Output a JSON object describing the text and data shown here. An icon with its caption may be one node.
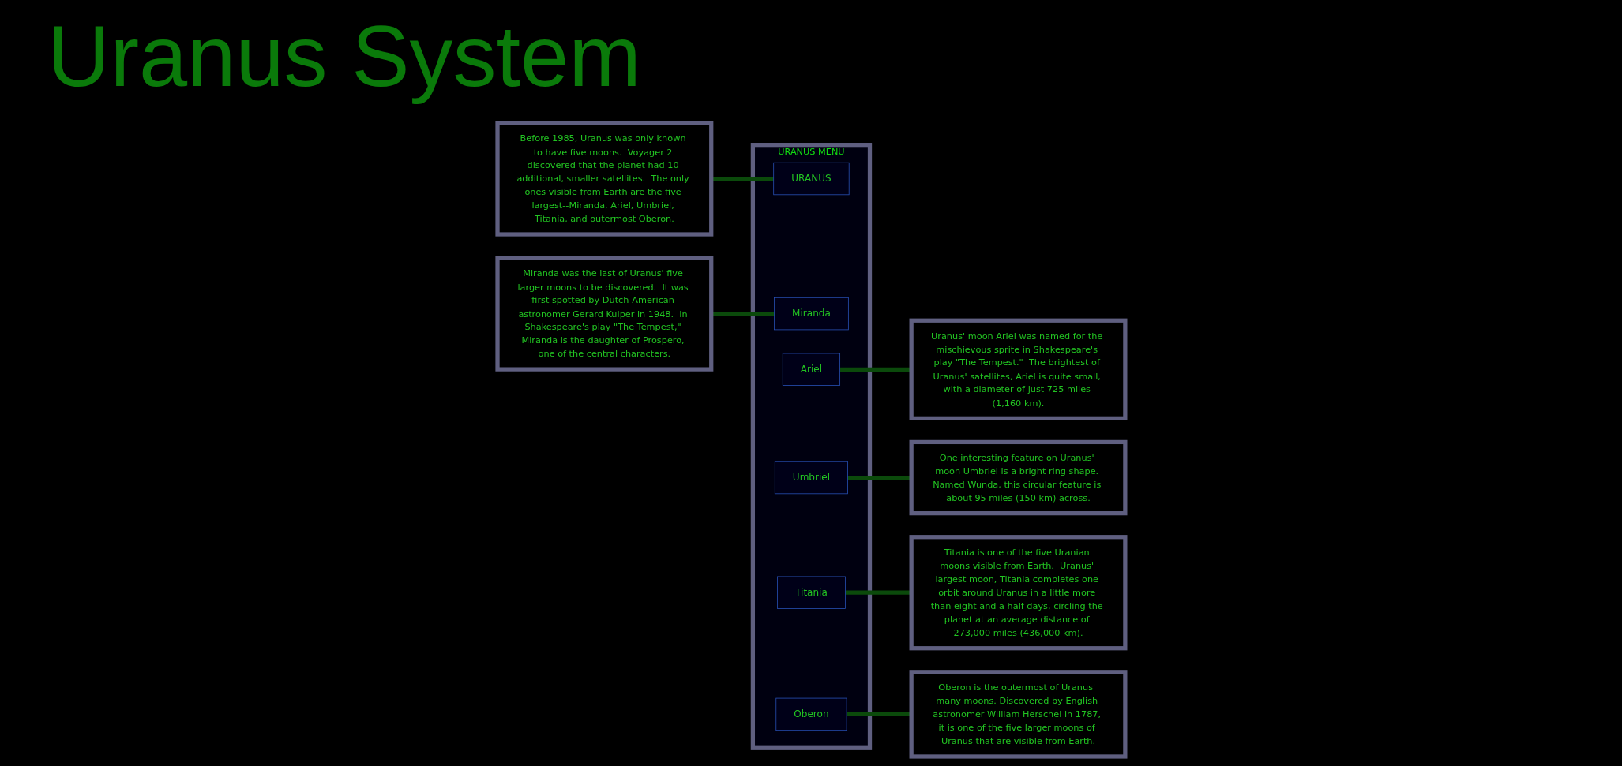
{
  "diagram": {
    "title": "Uranus System",
    "nodes": [
      {
        "text": [
          "Oberon is the outermost of Uranus' many moons. Discovered by English astronomer William Herschel in 1787, it is one of the five larger moons of Uranus that are visible from Earth."
        ]
      },
      {
        "text": [
          "Before 1985, Uranus was only known to have five moons.  Voyager 2 discovered that the planet had 10 additional, smaller satellites.  The only ones visible from Earth are the five largest--Miranda, Ariel, Umbriel, Titania, and outermost Oberon."
        ]
      },
      {
        "text": [
          "URANUS MENU"
        ]
      },
      {
        "text": [
          "URANUS"
        ],
        "in": 2
      },
      {
        "text": [
          "Miranda"
        ],
        "in": 2
      },
      {
        "text": [
          "Ariel"
        ],
        "in": 2
      },
      {
        "text": [
          "Umbriel"
        ],
        "in": 2
      },
      {
        "text": [
          "Titania"
        ],
        "in": 2
      },
      {
        "text": [
          "Oberon"
        ],
        "in": 2
      },
      {
        "text": [
          "Titania is one of the five Uranian moons visible from Earth.  Uranus' largest moon, Titania completes one orbit around Uranus in a little more than eight and a half days, circling the planet at an average distance of 273,000 miles (436,000 km)."
        ]
      },
      {
        "text": [
          "Miranda was the last of Uranus' five larger moons to be discovered.  It was first spotted by Dutch-American astronomer Gerard Kuiper in 1948.  In Shakespeare's play \"The Tempest,\" Miranda is the daughter of Prospero, one of the central characters."
        ]
      },
      {
        "text": [
          "Uranus' moon Ariel was named for the mischievous sprite in Shakespeare's play \"The Tempest.\"  The brightest of Uranus' satellites, Ariel is quite small, with a diameter of just 725 miles (1,160 km)."
        ]
      },
      {
        "text": [
          "One interesting feature on Uranus' moon Umbriel is a bright ring shape. Named Wunda, this circular feature is about 95 miles (150 km) across."
        ]
      }
    ],
    "edges": [
      {
        "from": 1,
        "to": 3,
        "arrow": "none"
      },
      {
        "from": 10,
        "to": 4,
        "arrow": "none"
      },
      {
        "from": 5,
        "to": 11,
        "arrow": "none"
      },
      {
        "from": 6,
        "to": 12,
        "arrow": "none"
      },
      {
        "from": 7,
        "to": 9,
        "arrow": "none"
      },
      {
        "from": 8,
        "to": 0,
        "arrow": "none"
      }
    ]
  }
}
